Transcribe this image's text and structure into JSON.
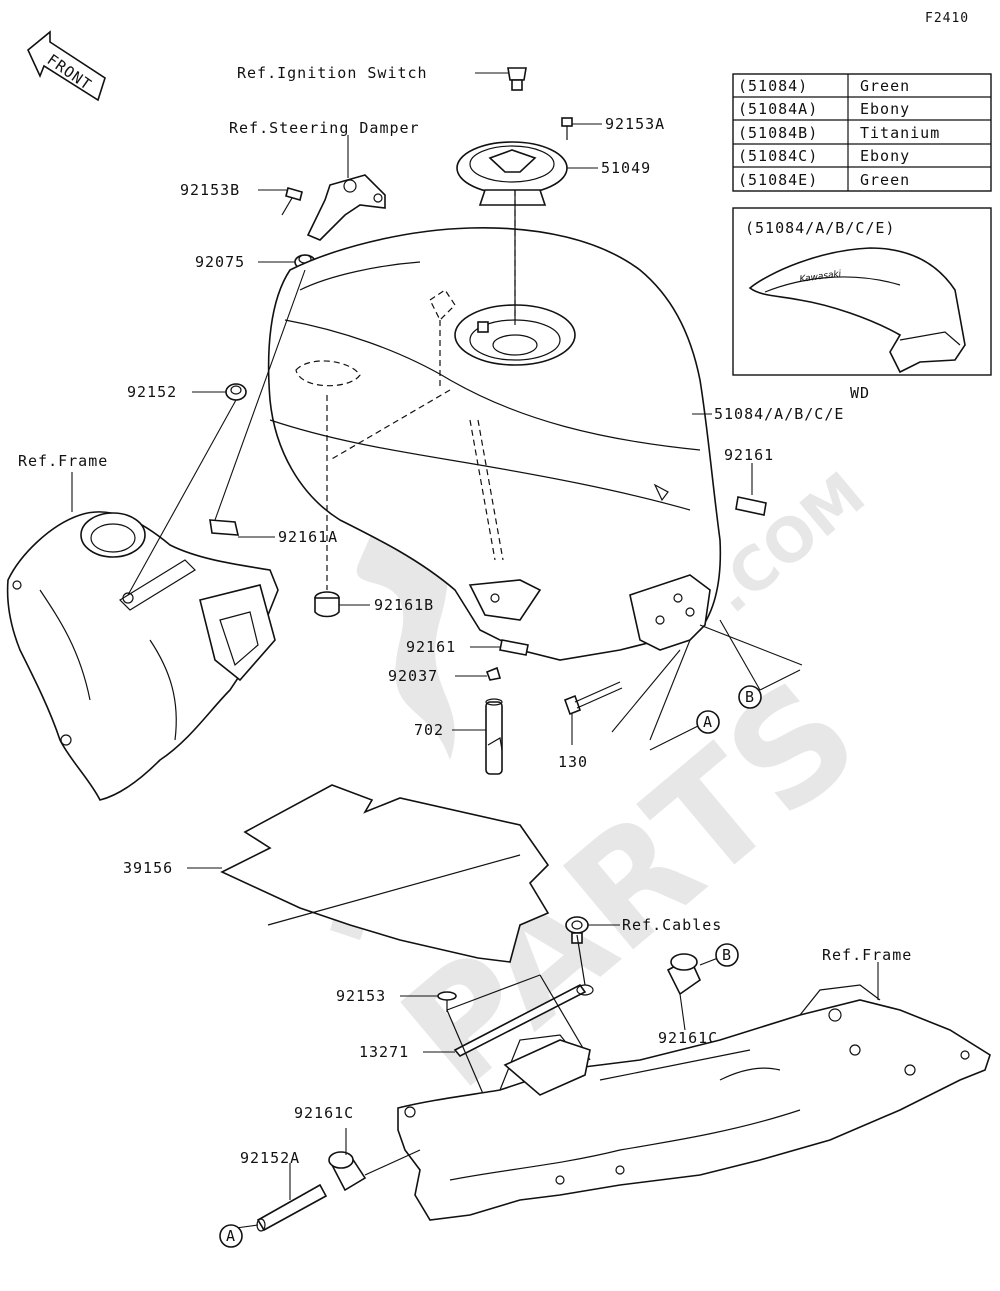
{
  "figure_code": "F2410",
  "front_arrow_label": "FRONT",
  "labels": {
    "ref_ignition_switch": "Ref.Ignition Switch",
    "ref_steering_damper": "Ref.Steering Damper",
    "p92153A": "92153A",
    "p51049": "51049",
    "p92153B": "92153B",
    "p92075": "92075",
    "p92152": "92152",
    "ref_frame_left": "Ref.Frame",
    "p92161A": "92161A",
    "p92161B": "92161B",
    "p92161_upper": "92161",
    "p92161_lower": "92161",
    "p92037": "92037",
    "p702": "702",
    "p130": "130",
    "p51084": "51084/A/B/C/E",
    "p39156": "39156",
    "ref_cables": "Ref.Cables",
    "ref_frame_right": "Ref.Frame",
    "p92153": "92153",
    "p13271": "13271",
    "p92161C_upper": "92161C",
    "p92161C_lower": "92161C",
    "p92152A": "92152A",
    "callout_A": "A",
    "callout_B": "B"
  },
  "color_table": [
    {
      "code": "(51084)",
      "color": "Green"
    },
    {
      "code": "(51084A)",
      "color": "Ebony"
    },
    {
      "code": "(51084B)",
      "color": "Titanium"
    },
    {
      "code": "(51084C)",
      "color": "Ebony"
    },
    {
      "code": "(51084E)",
      "color": "Green"
    }
  ],
  "inset": {
    "title": "(51084/A/B/C/E)",
    "caption": "WD",
    "brand": "Kawasaki"
  },
  "watermark": {
    "text": "PARTS",
    "suffix": ".COM"
  }
}
